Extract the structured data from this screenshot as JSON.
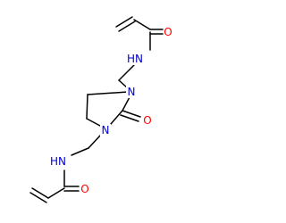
{
  "molecule": {
    "atoms": {
      "o_top": "O",
      "nh_top": "HN",
      "n_ring_top": "N",
      "o_ring": "O",
      "n_ring_bottom": "N",
      "nh_bottom": "HN",
      "o_bottom": "O"
    },
    "colors": {
      "bond": "#000000",
      "oxygen": "#ff0000",
      "nitrogen": "#0000cc"
    }
  }
}
